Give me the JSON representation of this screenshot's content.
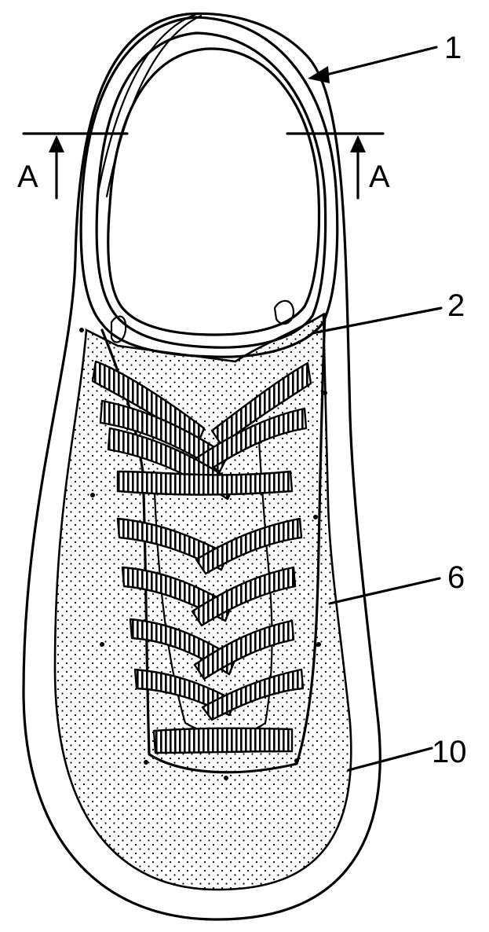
{
  "figure": {
    "section_label_left": "A",
    "section_label_right": "A",
    "callouts": [
      {
        "id": "1",
        "text": "1"
      },
      {
        "id": "2",
        "text": "2"
      },
      {
        "id": "6",
        "text": "6"
      },
      {
        "id": "10",
        "text": "10"
      }
    ]
  }
}
